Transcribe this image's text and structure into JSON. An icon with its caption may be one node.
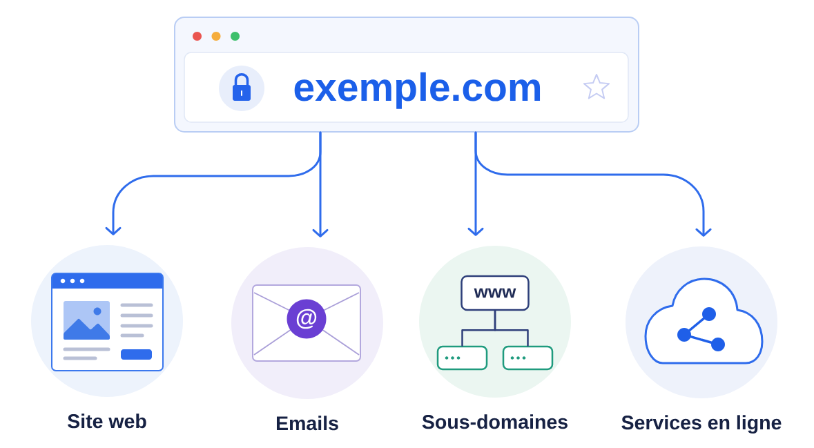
{
  "diagram": {
    "nodes": [
      {
        "text": [],
        "shape": "box"
      },
      {
        "text": [
          "exemple.com"
        ],
        "in": 0
      },
      {
        "text": [
          "Site web"
        ]
      },
      {
        "text": [
          "Emails"
        ]
      },
      {
        "text": [
          "@"
        ],
        "in": 3
      },
      {
        "text": [
          "Sous-domaines"
        ]
      },
      {
        "text": [
          "www"
        ],
        "in": 5
      },
      {
        "text": [],
        "shape": "box",
        "in": 5
      },
      {
        "text": [],
        "shape": "box",
        "in": 5
      },
      {
        "text": [
          "Services en ligne"
        ]
      }
    ],
    "edges": [
      {
        "from": 0,
        "to": 2,
        "arrow": "to"
      },
      {
        "from": 0,
        "to": 3,
        "arrow": "to"
      },
      {
        "from": 0,
        "to": 5,
        "arrow": "to"
      },
      {
        "from": 0,
        "to": 9,
        "arrow": "to"
      },
      {
        "from": 6,
        "to": 7,
        "arrow": "none",
        "color": "#2e3f7a"
      },
      {
        "from": 6,
        "to": 8,
        "arrow": "none",
        "color": "#2e3f7a"
      }
    ]
  }
}
